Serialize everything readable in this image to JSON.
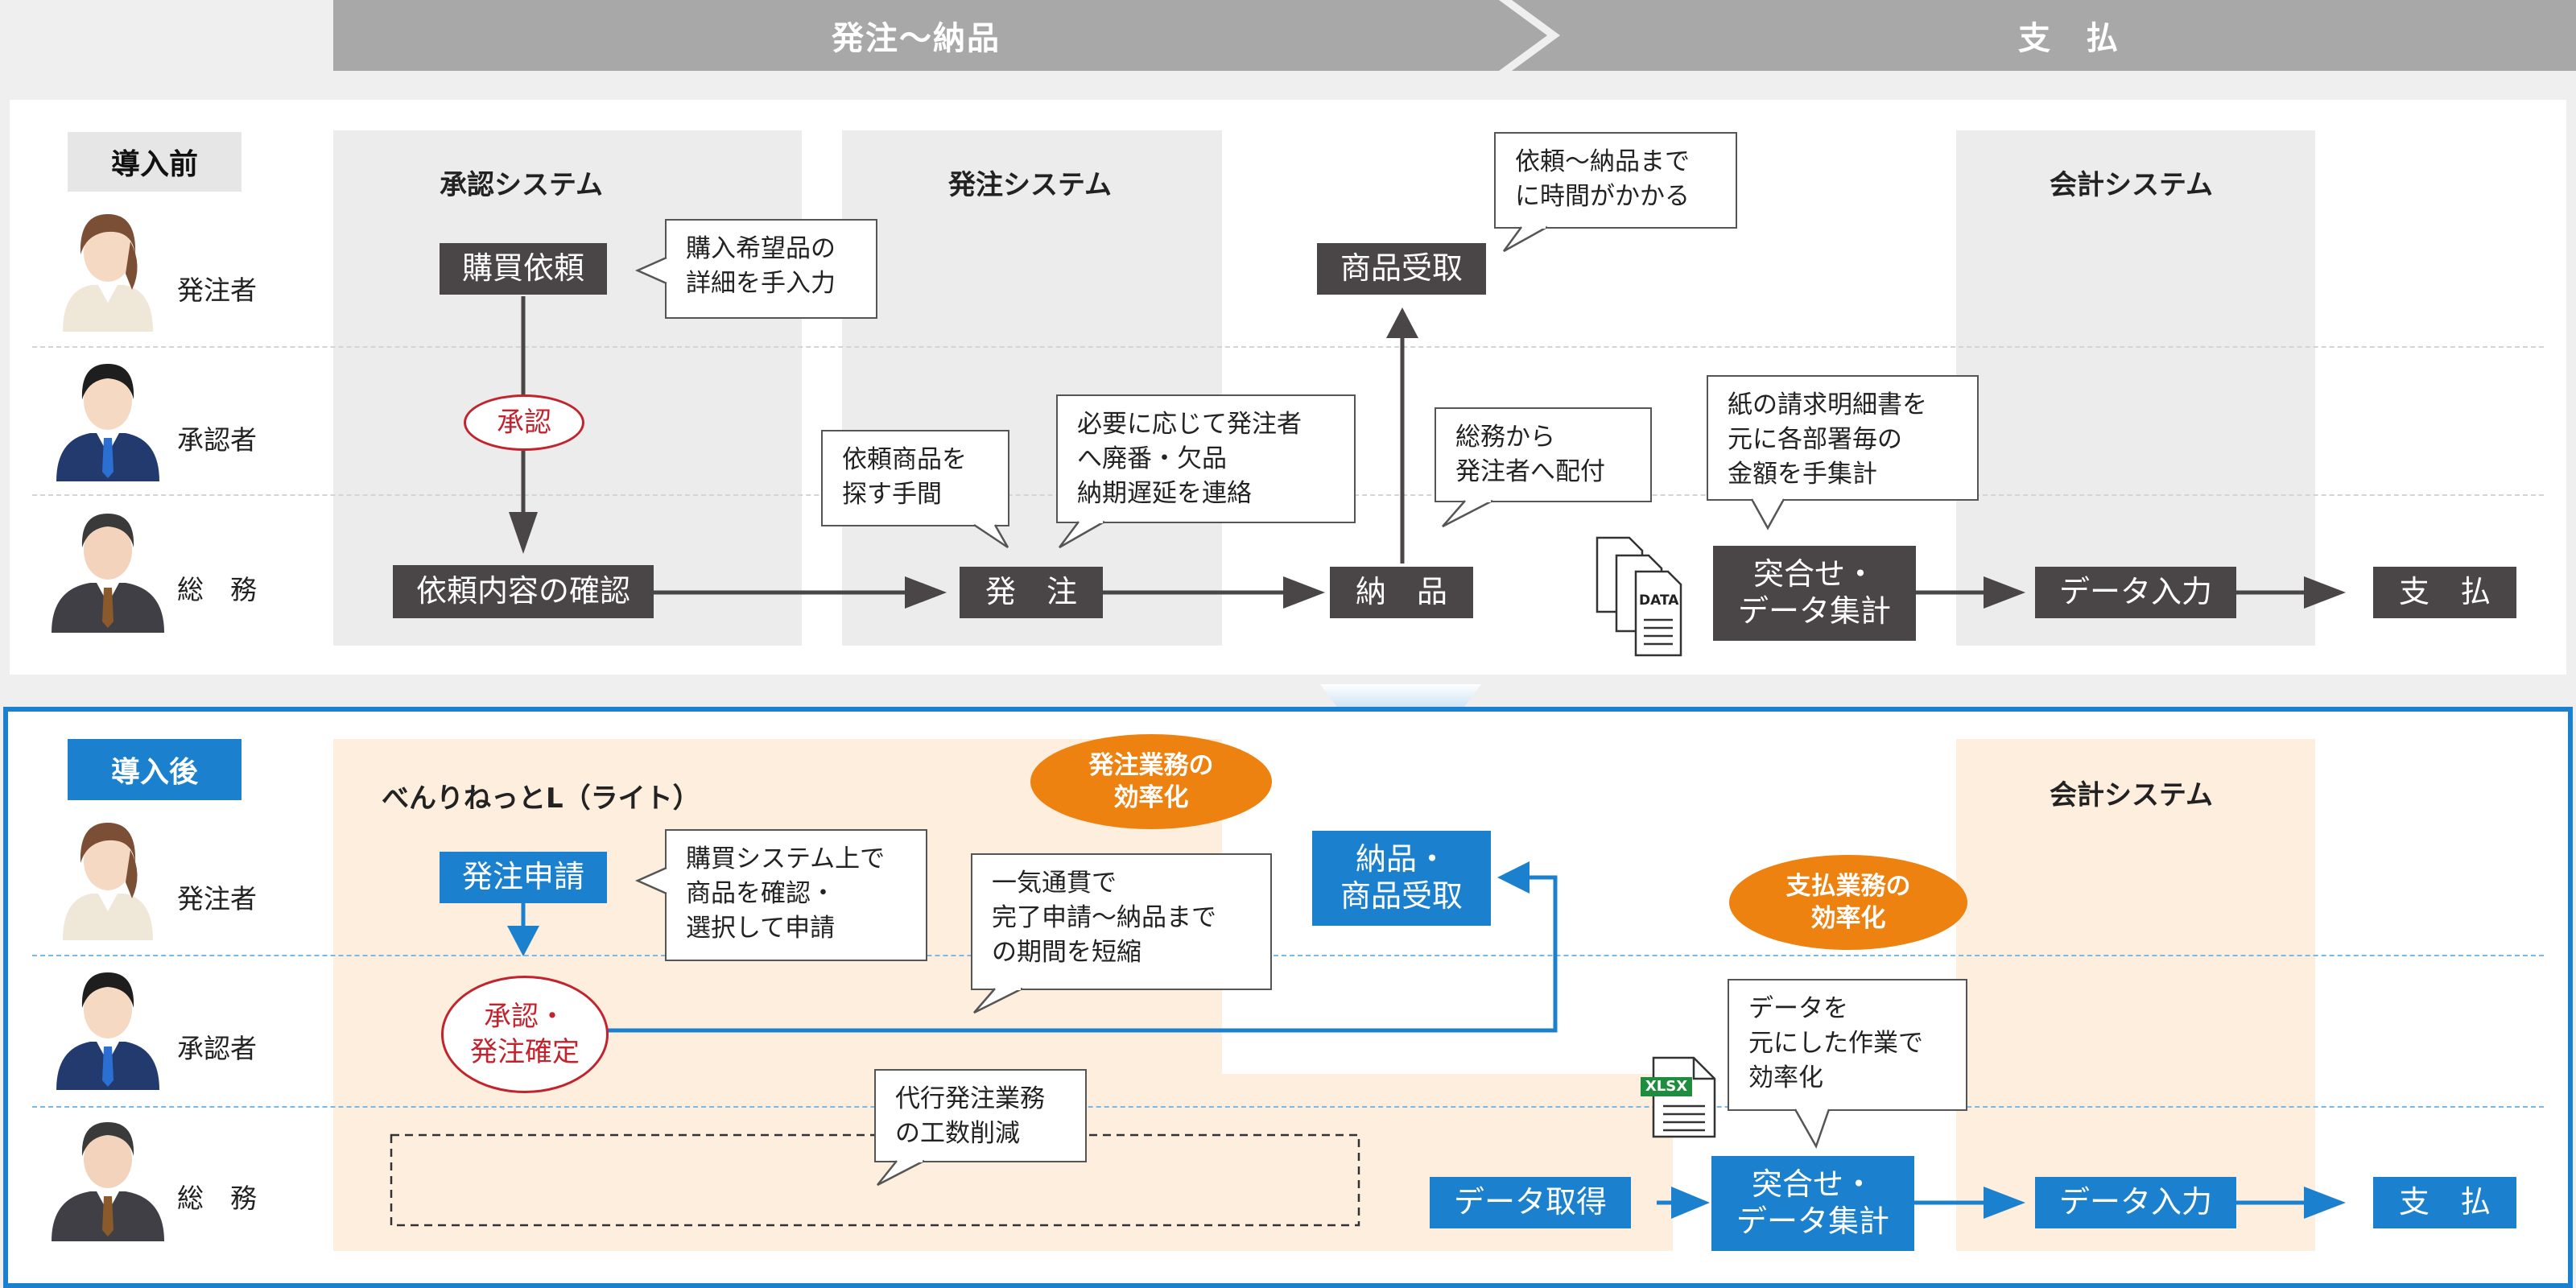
{
  "phases": {
    "order": "発注〜納品",
    "payment": "支　払"
  },
  "before": {
    "label": "導入前",
    "roles": [
      "発注者",
      "承認者",
      "総　務"
    ],
    "systems": {
      "approval": "承認システム",
      "order": "発注システム",
      "accounting": "会計システム"
    },
    "boxes": {
      "purchase_request": "購買依頼",
      "confirm_request": "依頼内容の確認",
      "order": "発　注",
      "delivery": "納　品",
      "receipt": "商品受取",
      "reconcile": "突合せ・\nデータ集計",
      "data_entry": "データ入力",
      "payment": "支　払"
    },
    "approval": "承認",
    "callouts": {
      "c1": "購入希望品の\n詳細を手入力",
      "c2": "依頼商品を\n探す手間",
      "c3": "必要に応じて発注者\nへ廃番・欠品\n納期遅延を連絡",
      "c4": "依頼〜納品まで\nに時間がかかる",
      "c5": "総務から\n発注者へ配付",
      "c6": "紙の請求明細書を\n元に各部署毎の\n金額を手集計"
    },
    "doc_icon_text": "DATA"
  },
  "after": {
    "label": "導入後",
    "roles": [
      "発注者",
      "承認者",
      "総　務"
    ],
    "systems": {
      "benri": "べんりねっとL（ライト）",
      "accounting": "会計システム"
    },
    "boxes": {
      "order_application": "発注申請",
      "receipt": "納品・\n商品受取",
      "data_acquire": "データ取得",
      "reconcile": "突合せ・\nデータ集計",
      "data_entry": "データ入力",
      "payment": "支　払"
    },
    "approval": "承認・\n発注確定",
    "badges": {
      "order": "発注業務の\n効率化",
      "payment": "支払業務の\n効率化"
    },
    "callouts": {
      "c1": "購買システム上で\n商品を確認・\n選択して申請",
      "c2": "一気通貫で\n完了申請〜納品まで\nの期間を短縮",
      "c3": "代行発注業務\nの工数削減",
      "c4": "データを\n元にした作業で\n効率化"
    },
    "file_icon_text": "XLSX"
  },
  "colors": {
    "dark_box": "#4a4546",
    "blue_box": "#1b81cf",
    "approval_red": "#c2232d",
    "badge_orange": "#ee8210",
    "after_border": "#1b81cf",
    "header_gray": "#a8a8a8"
  }
}
